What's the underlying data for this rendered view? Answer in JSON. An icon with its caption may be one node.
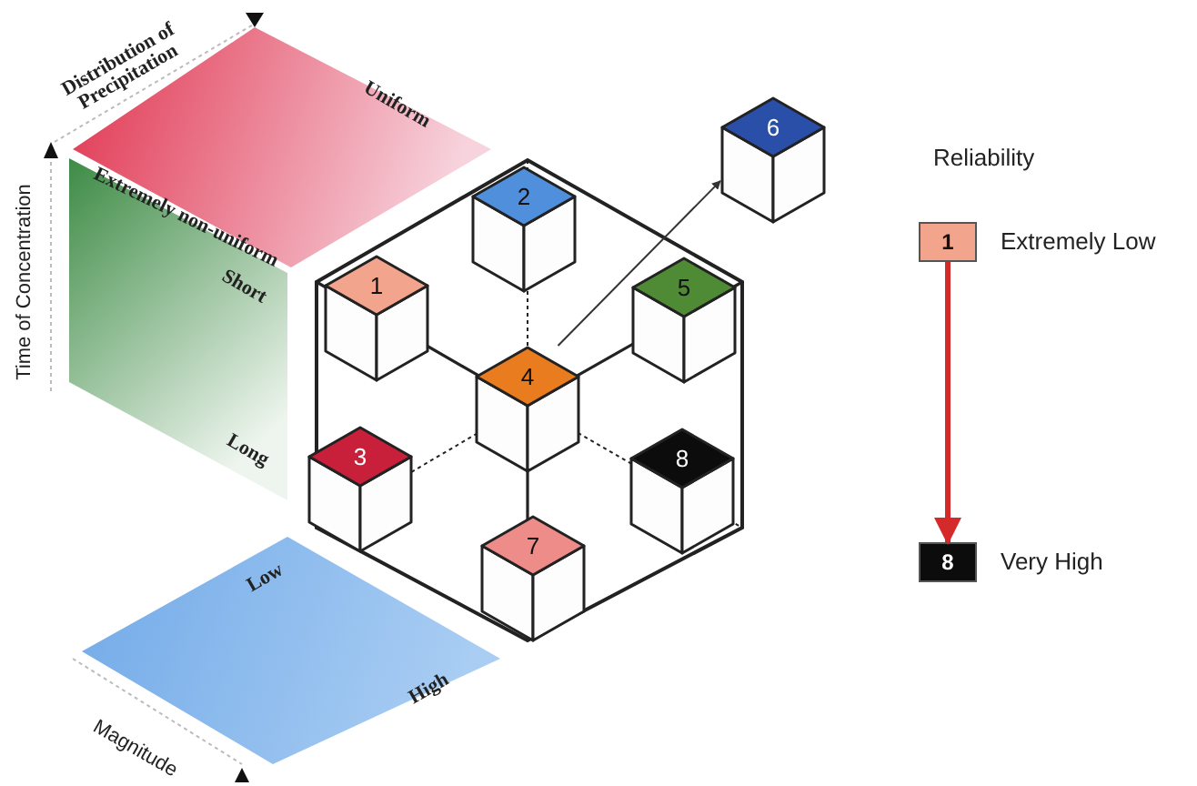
{
  "diagram": {
    "nodes": [
      {
        "text": [
          "Extremely non-uniform",
          "Uniform"
        ],
        "beside": [
          "Distribution of Precipitation"
        ]
      },
      {
        "text": [
          "Short",
          "Long"
        ],
        "beside": [
          "Time of Concentration"
        ]
      },
      {
        "text": [
          "Low",
          "High"
        ],
        "beside": [
          "Magnitude"
        ]
      },
      {
        "text": [],
        "shape": "box"
      },
      {
        "text": [
          "1"
        ],
        "in": 3
      },
      {
        "text": [
          "2"
        ],
        "in": 3
      },
      {
        "text": [
          "3"
        ],
        "in": 3
      },
      {
        "text": [
          "4"
        ],
        "in": 3
      },
      {
        "text": [
          "5"
        ],
        "in": 3
      },
      {
        "text": [
          "6"
        ]
      },
      {
        "text": [
          "7"
        ],
        "in": 3
      },
      {
        "text": [
          "8"
        ],
        "in": 3
      },
      {
        "text": [
          "1"
        ],
        "beside": [
          "Extremely Low"
        ]
      },
      {
        "text": [
          "8"
        ],
        "beside": [
          "Very High"
        ]
      }
    ],
    "edges": [
      {
        "from": 7,
        "to": 9,
        "arrow": "to"
      },
      {
        "from": 12,
        "to": 13,
        "arrow": "to",
        "style": "thick",
        "color": "#d42a2a"
      }
    ],
    "labels": [
      "Reliability"
    ]
  }
}
